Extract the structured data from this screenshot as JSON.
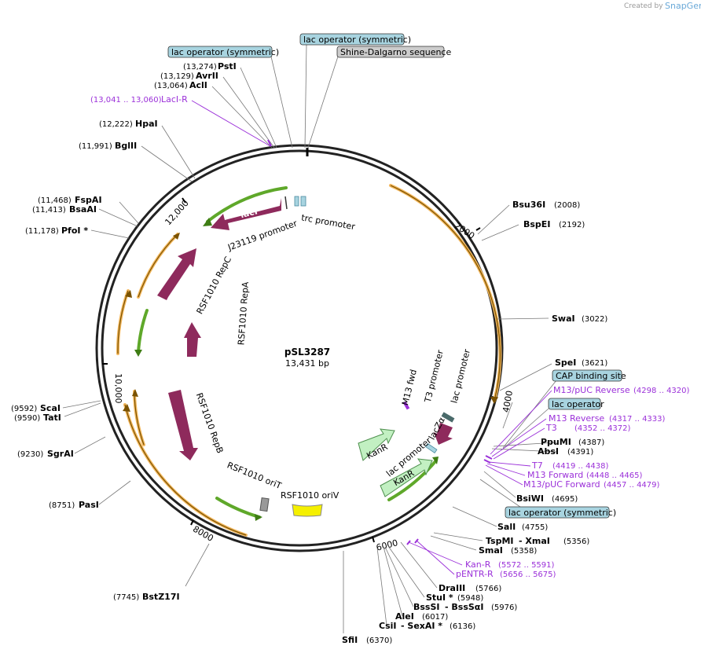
{
  "credit": {
    "created_by": "Created by",
    "brand": "SnapGene"
  },
  "plasmid": {
    "name": "pSL3287",
    "length": "13,431 bp"
  },
  "ruler": [
    "2000",
    "4000",
    "6000",
    "8000",
    "10,000",
    "12,000"
  ],
  "boxed_labels": [
    "lac operator (symmetric)",
    "lac operator (symmetric)",
    "Shine-Dalgarno sequence",
    "CAP binding site",
    "lac operator",
    "lac operator (symmetric)"
  ],
  "sites_left": [
    {
      "name": "PstI",
      "pos": "(13,274)"
    },
    {
      "name": "AvrII",
      "pos": "(13,129)"
    },
    {
      "name": "AclI",
      "pos": "(13,064)"
    },
    {
      "name": "HpaI",
      "pos": "(12,222)"
    },
    {
      "name": "BglII",
      "pos": "(11,991)"
    },
    {
      "name": "FspAI",
      "pos": "(11,468)"
    },
    {
      "name": "BsaAI",
      "pos": "(11,413)"
    },
    {
      "name": "PfoI *",
      "pos": "(11,178)"
    },
    {
      "name": "ScaI",
      "pos": "(9592)"
    },
    {
      "name": "TatI",
      "pos": "(9590)"
    },
    {
      "name": "SgrAI",
      "pos": "(9230)"
    },
    {
      "name": "PasI",
      "pos": "(8751)"
    },
    {
      "name": "BstZ17I",
      "pos": "(7745)"
    }
  ],
  "sites_right": [
    {
      "name": "Bsu36I",
      "pos": "(2008)"
    },
    {
      "name": "BspEI",
      "pos": "(2192)"
    },
    {
      "name": "SwaI",
      "pos": "(3022)"
    },
    {
      "name": "SpeI",
      "pos": "(3621)"
    },
    {
      "name": "PpuMI",
      "pos": "(4387)"
    },
    {
      "name": "AbsI",
      "pos": "(4391)"
    },
    {
      "name": "BsiWI",
      "pos": "(4695)"
    },
    {
      "name": "SalI",
      "pos": "(4755)"
    },
    {
      "name": "TspMI",
      "pos": ""
    },
    {
      "name": "- XmaI",
      "pos": "(5356)"
    },
    {
      "name": "SmaI",
      "pos": "(5358)"
    },
    {
      "name": "DraIII",
      "pos": "(5766)"
    },
    {
      "name": "StuI *",
      "pos": "(5948)"
    },
    {
      "name": "BssSI",
      "pos": ""
    },
    {
      "name": "- BssSαI",
      "pos": "(5976)"
    },
    {
      "name": "AleI",
      "pos": "(6017)"
    },
    {
      "name": "CsiI",
      "pos": ""
    },
    {
      "name": "- SexAI *",
      "pos": "(6136)"
    },
    {
      "name": "SfiI",
      "pos": "(6370)"
    }
  ],
  "primers": [
    {
      "name": "LacI-R",
      "pos": "(13,041 .. 13,060)"
    },
    {
      "name": "M13/pUC Reverse",
      "pos": "(4298 .. 4320)"
    },
    {
      "name": "M13 Reverse",
      "pos": "(4317 .. 4333)"
    },
    {
      "name": "T3",
      "pos": "(4352 .. 4372)"
    },
    {
      "name": "T7",
      "pos": "(4419 .. 4438)"
    },
    {
      "name": "M13 Forward",
      "pos": "(4448 .. 4465)"
    },
    {
      "name": "M13/pUC Forward",
      "pos": "(4457 .. 4479)"
    },
    {
      "name": "Kan-R",
      "pos": "(5572 .. 5591)"
    },
    {
      "name": "pENTR-R",
      "pos": "(5656 .. 5675)"
    }
  ],
  "features": {
    "lacI": "lacI",
    "j23119": "J23119 promoter",
    "trc": "trc promoter",
    "repC": "RSF1010 RepC",
    "repA": "RSF1010 RepA",
    "repB": "RSF1010 RepB",
    "oriT": "RSF1010 oriT",
    "oriV": "RSF1010 oriV",
    "m13fwd": "M13 fwd",
    "t3prom": "T3 promoter",
    "lacprom1": "lac promoter",
    "lacza": "lacZα",
    "lacprom2": "lac promoter",
    "kanr1": "KanR",
    "kanr2": "KanR"
  },
  "colors": {
    "feature_maroon": "#8e2a5c",
    "feature_light_green": "#c2f0c2",
    "orf_orange": "#f2b65b",
    "promoter_green": "#5fa82a",
    "oriV_yellow": "#f5f000",
    "primer_purple": "#9b30d9",
    "operator_blue": "#a8d4e0"
  }
}
